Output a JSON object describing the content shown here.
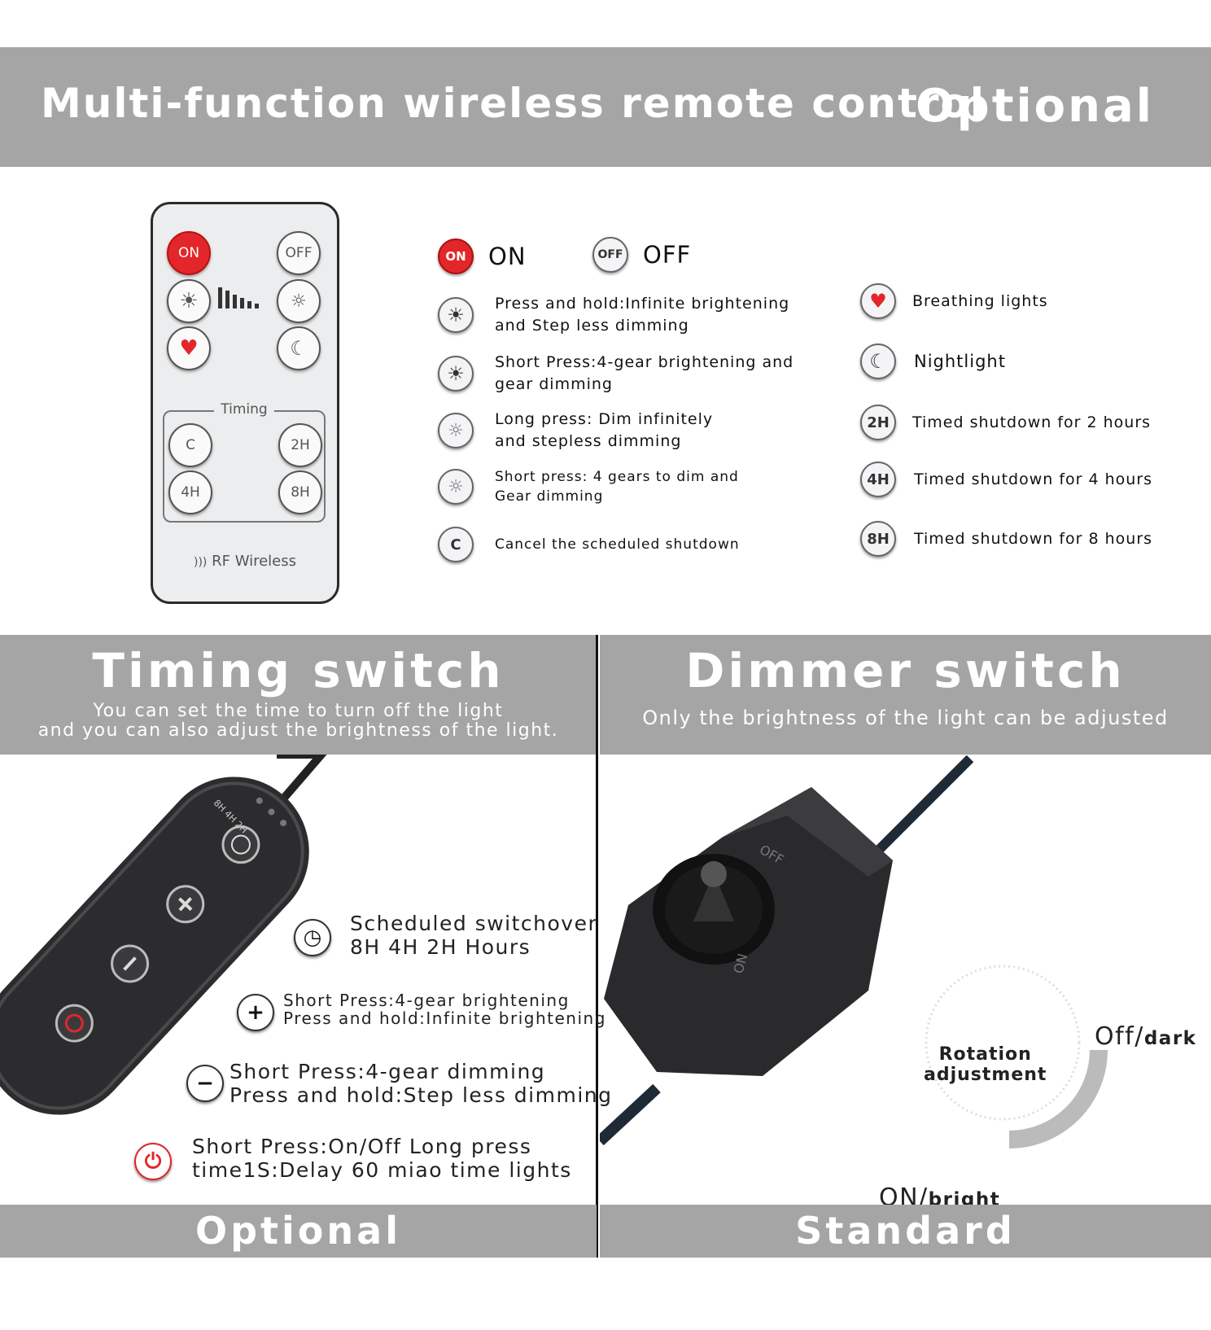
{
  "header": {
    "title": "Multi-function wireless remote control",
    "badge": "Optional"
  },
  "remote": {
    "on_label": "ON",
    "off_label": "OFF",
    "timing_label": "Timing",
    "c_label": "C",
    "h2_label": "2H",
    "h4_label": "4H",
    "h8_label": "8H",
    "rf_label": "RF Wireless"
  },
  "legend": {
    "on": {
      "icon": "ON",
      "text": "ON"
    },
    "off": {
      "icon": "OFF",
      "text": "OFF"
    },
    "left": [
      {
        "text": "Press and hold:Infinite brightening\nand Step less dimming"
      },
      {
        "text": "Short Press:4-gear brightening and\n gear dimming"
      },
      {
        "text": "Long press: Dim infinitely\nand stepless dimming"
      },
      {
        "text": "Short press: 4 gears to dim and\nGear dimming"
      },
      {
        "icon": "C",
        "text": "Cancel the scheduled shutdown"
      }
    ],
    "right": [
      {
        "text": "Breathing lights"
      },
      {
        "text": "Nightlight"
      },
      {
        "icon": "2H",
        "text": "Timed shutdown for 2 hours"
      },
      {
        "icon": "4H",
        "text": "Timed shutdown for 4 hours"
      },
      {
        "icon": "8H",
        "text": "Timed shutdown for 8 hours"
      }
    ]
  },
  "timing_switch": {
    "title": "Timing switch",
    "subtitle": "You can set the time to turn off the light\nand you can also adjust the brightness of the light.",
    "device_labels": "8H 4H 2H",
    "notes": [
      "Scheduled switchover\n8H 4H 2H Hours",
      "Short Press:4-gear brightening\nPress and hold:Infinite brightening",
      " Short Press:4-gear dimming\nPress and hold:Step less dimming",
      "   Short Press:On/Off Long press\ntime1S:Delay 60 miao time lights"
    ],
    "footer": "Optional"
  },
  "dimmer_switch": {
    "title": "Dimmer switch",
    "subtitle": "Only the brightness of the light can be adjusted",
    "knob_off": "OFF",
    "knob_on": "ON",
    "rotation_label": "Rotation\nadjustment",
    "off_word": "Off/",
    "off_sub": "dark",
    "on_word": "ON/",
    "on_sub": "bright",
    "footer": "Standard"
  }
}
